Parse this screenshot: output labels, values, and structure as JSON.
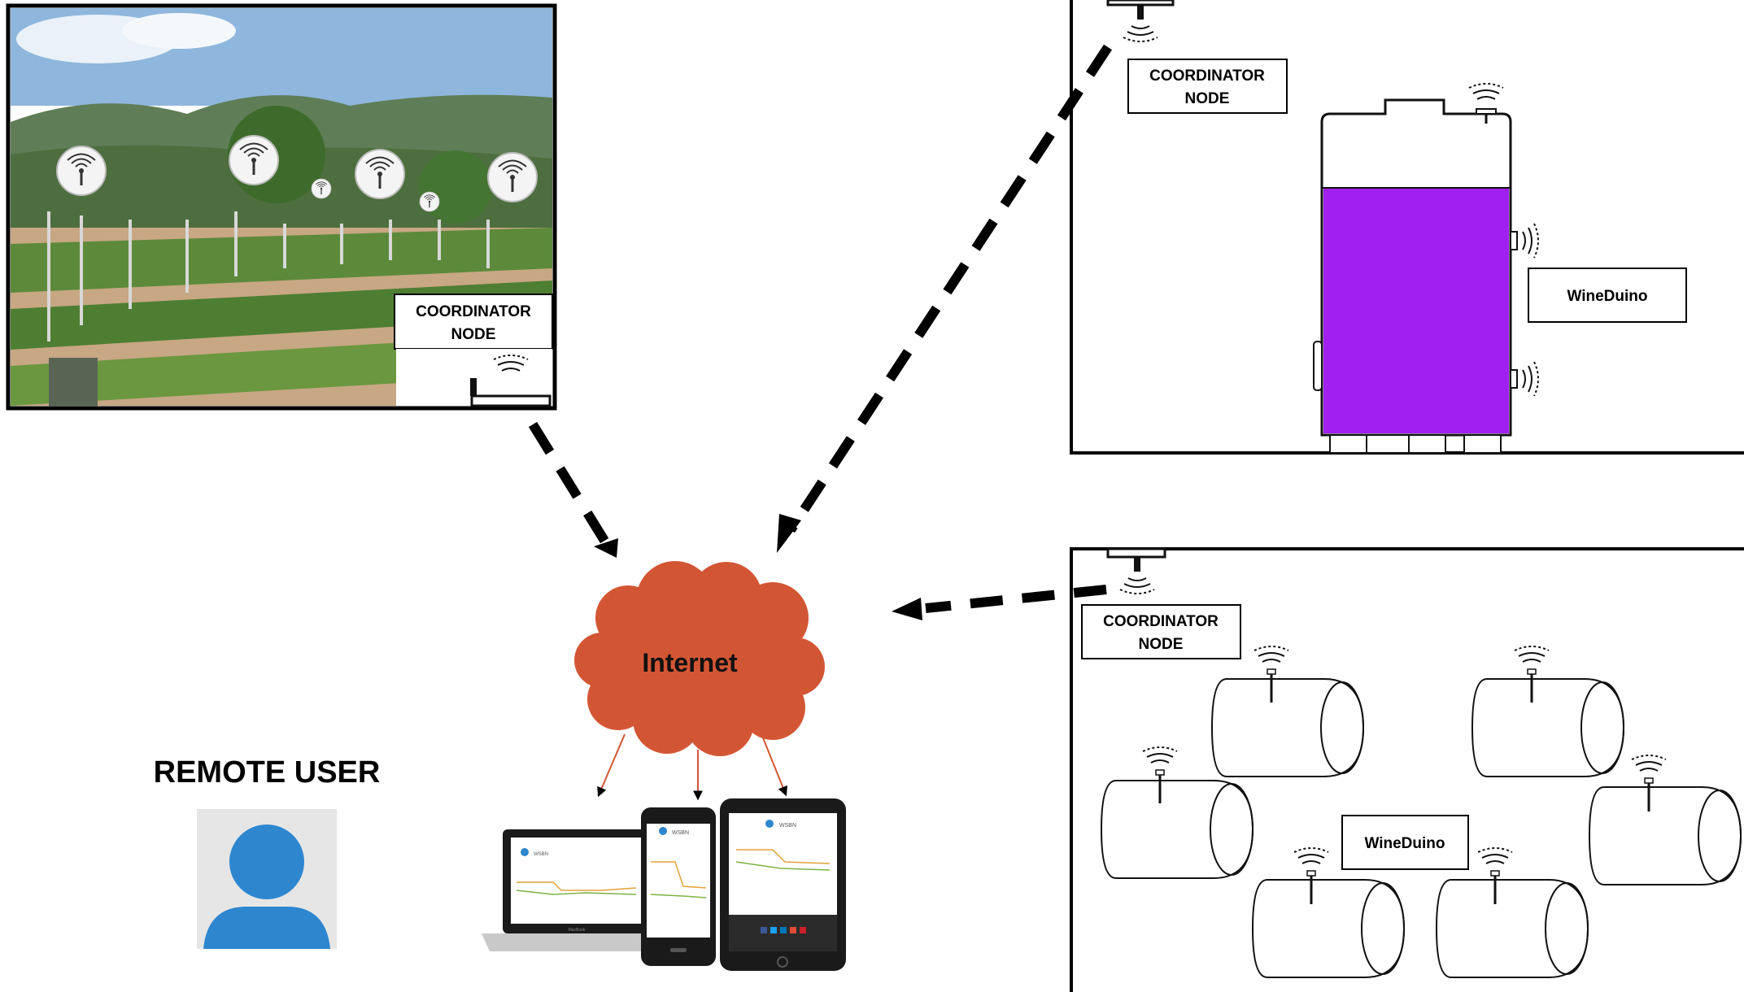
{
  "vineyard": {
    "coordinator_label": [
      "COORDINATOR",
      "NODE"
    ]
  },
  "tank_room": {
    "coordinator_label": [
      "COORDINATOR",
      "NODE"
    ],
    "wineduino_label": "WineDuino"
  },
  "barrel_room": {
    "coordinator_label": [
      "COORDINATOR",
      "NODE"
    ],
    "wineduino_label": "WineDuino"
  },
  "cloud": {
    "label": "Internet"
  },
  "remote_user": {
    "label": "REMOTE USER"
  },
  "devices": {
    "brand": "WSBN",
    "laptop_brand": "MacBook"
  },
  "colors": {
    "cloud": "#D35634",
    "wine": "#A020F0",
    "user_icon": "#2E86CF",
    "user_bg": "#E6E6E6",
    "arrow": "#000000"
  }
}
